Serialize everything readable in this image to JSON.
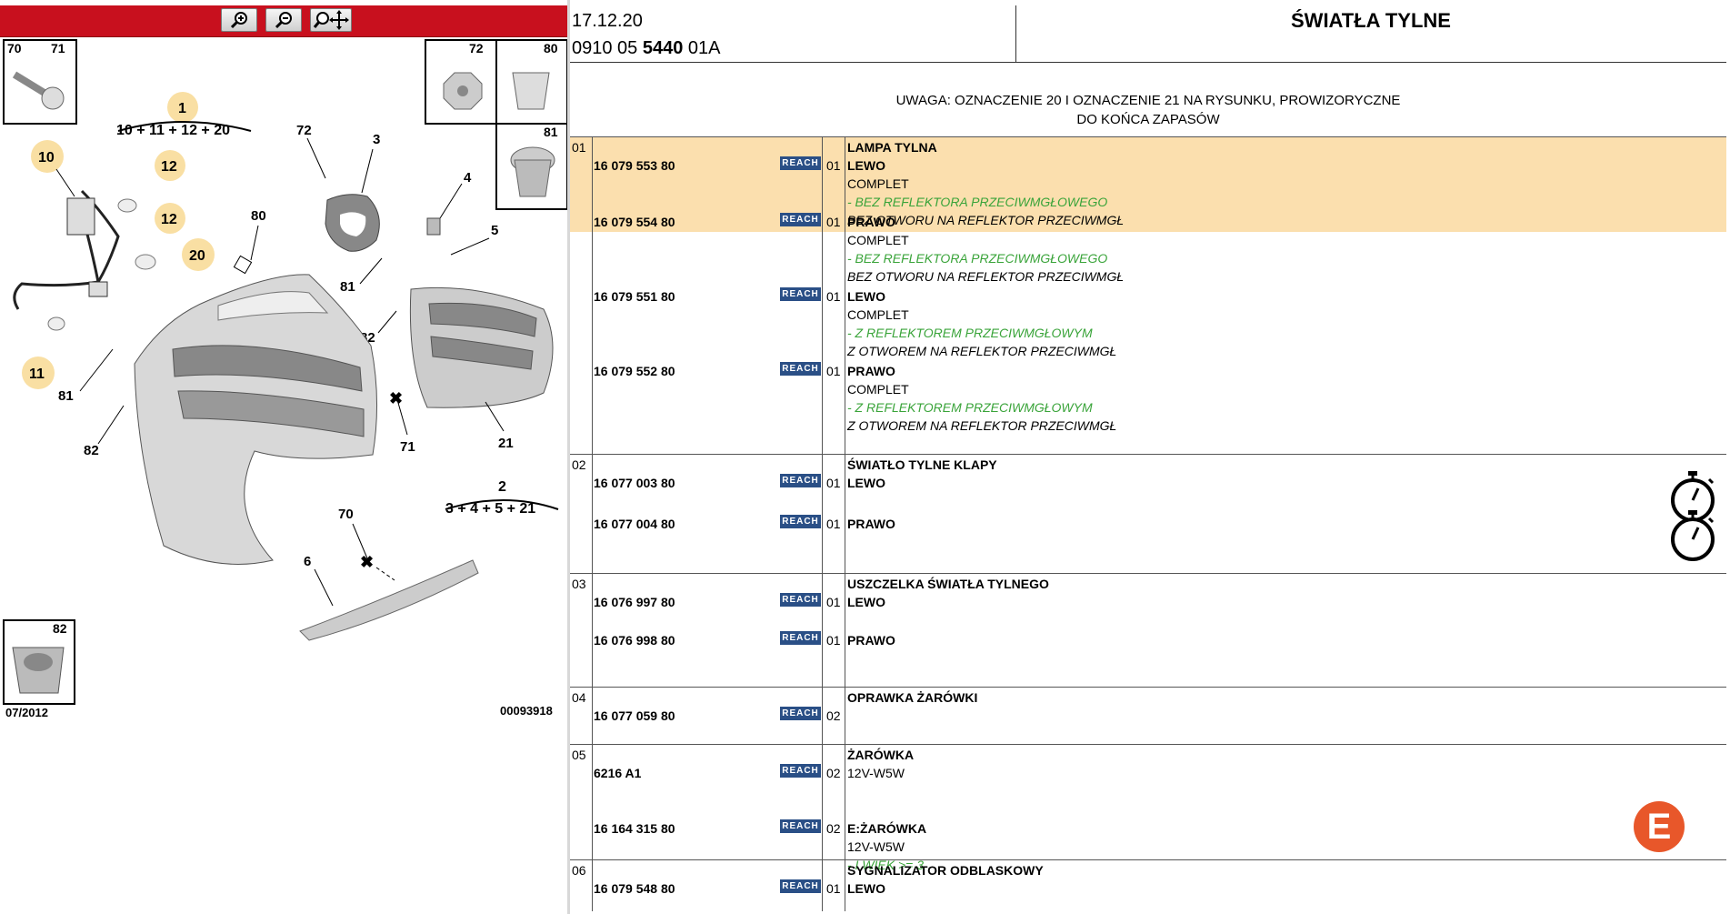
{
  "toolbar": {
    "zoom_in_title": "Zoom in",
    "zoom_out_title": "Zoom out",
    "pan_title": "Pan"
  },
  "diagram": {
    "labels": {
      "l70a": "70",
      "l71a": "71",
      "l72a": "72",
      "l80a": "80",
      "l81a": "81",
      "l82a": "82",
      "c1": "1",
      "f1": "10 + 11 + 12 + 20",
      "c10": "10",
      "c12a": "12",
      "c12b": "12",
      "c20": "20",
      "c11": "11",
      "n72": "72",
      "n3": "3",
      "n4": "4",
      "n5": "5",
      "n80": "80",
      "n81a": "81",
      "n82a": "82",
      "n81b": "81",
      "n82b": "82",
      "n71": "71",
      "n21": "21",
      "c2": "2",
      "f2": "3 + 4 + 5 + 21",
      "n70": "70",
      "n6": "6"
    },
    "date": "07/2012",
    "image_code": "00093918"
  },
  "header": {
    "date": "17.12.20",
    "code_pre": "0910 05 ",
    "code_bold": "5440",
    "code_post": " 01A",
    "title": "ŚWIATŁA TYLNE"
  },
  "note": {
    "line1": "UWAGA: OZNACZENIE 20 I OZNACZENIE 21 NA RYSUNKU, PROWIZORYCZNE",
    "line2": "DO KOŃCA ZAPASÓW"
  },
  "reach_label": "REACH",
  "groups": [
    {
      "no": "01",
      "rows": [
        {
          "pn": "16 079 553 80",
          "qty": "01",
          "lines": [
            [
              "LAMPA TYLNA",
              "b"
            ],
            [
              "LEWO",
              "b"
            ],
            [
              "COMPLET",
              ""
            ],
            [
              "- BEZ REFLEKTORA PRZECIWMGŁOWEGO",
              "g"
            ],
            [
              "BEZ OTWORU NA REFLEKTOR PRZECIWMGŁ",
              "i"
            ]
          ]
        },
        {
          "pn": "16 079 554 80",
          "qty": "01",
          "lines": [
            [
              "PRAWO",
              "b"
            ],
            [
              "COMPLET",
              ""
            ],
            [
              "- BEZ REFLEKTORA PRZECIWMGŁOWEGO",
              "g"
            ],
            [
              "BEZ OTWORU NA REFLEKTOR PRZECIWMGŁ",
              "i"
            ]
          ]
        },
        {
          "pn": "16 079 551 80",
          "qty": "01",
          "lines": [
            [
              "LEWO",
              "b"
            ],
            [
              "COMPLET",
              ""
            ],
            [
              "- Z REFLEKTOREM PRZECIWMGŁOWYM",
              "g"
            ],
            [
              "Z OTWOREM NA REFLEKTOR PRZECIWMGŁ",
              "i"
            ]
          ]
        },
        {
          "pn": "16 079 552 80",
          "qty": "01",
          "lines": [
            [
              "PRAWO",
              "b"
            ],
            [
              "COMPLET",
              ""
            ],
            [
              "- Z REFLEKTOREM PRZECIWMGŁOWYM",
              "g"
            ],
            [
              "Z OTWOREM NA REFLEKTOR PRZECIWMGŁ",
              "i"
            ]
          ]
        }
      ]
    },
    {
      "no": "02",
      "title": "ŚWIATŁO TYLNE KLAPY",
      "rows": [
        {
          "pn": "16 077 003 80",
          "qty": "01",
          "lines": [
            [
              "LEWO",
              "b"
            ]
          ]
        },
        {
          "pn": "16 077 004 80",
          "qty": "01",
          "lines": [
            [
              "PRAWO",
              "b"
            ]
          ]
        }
      ]
    },
    {
      "no": "03",
      "title": "USZCZELKA ŚWIATŁA TYLNEGO",
      "rows": [
        {
          "pn": "16 076 997 80",
          "qty": "01",
          "lines": [
            [
              "LEWO",
              "b"
            ]
          ]
        },
        {
          "pn": "16 076 998 80",
          "qty": "01",
          "lines": [
            [
              "PRAWO",
              "b"
            ]
          ]
        }
      ]
    },
    {
      "no": "04",
      "title": "OPRAWKA ŻARÓWKI",
      "rows": [
        {
          "pn": "16 077 059 80",
          "qty": "02",
          "lines": []
        }
      ]
    },
    {
      "no": "05",
      "title": "ŻARÓWKA",
      "rows": [
        {
          "pn": "6216 A1",
          "qty": "02",
          "lines": [
            [
              "12V-W5W",
              ""
            ]
          ]
        },
        {
          "pn": "16 164 315 80",
          "qty": "02",
          "lines": [
            [
              "E:ŻARÓWKA",
              "b"
            ],
            [
              "12V-W5W",
              ""
            ],
            [
              "- I WIEK >= 3",
              "g"
            ]
          ]
        }
      ]
    },
    {
      "no": "06",
      "title": "SYGNALIZATOR ODBLASKOWY",
      "rows": [
        {
          "pn": "16 079 548 80",
          "qty": "01",
          "lines": [
            [
              "LEWO",
              "b"
            ]
          ]
        }
      ]
    }
  ],
  "e_button": "E",
  "colors": {
    "toolbar": "#c8101e",
    "highlight": "#fbdfae",
    "reach": "#2a4f86",
    "green_note": "#3aa43a",
    "e_button": "#e8572a",
    "callout": "#f9dfa3"
  }
}
